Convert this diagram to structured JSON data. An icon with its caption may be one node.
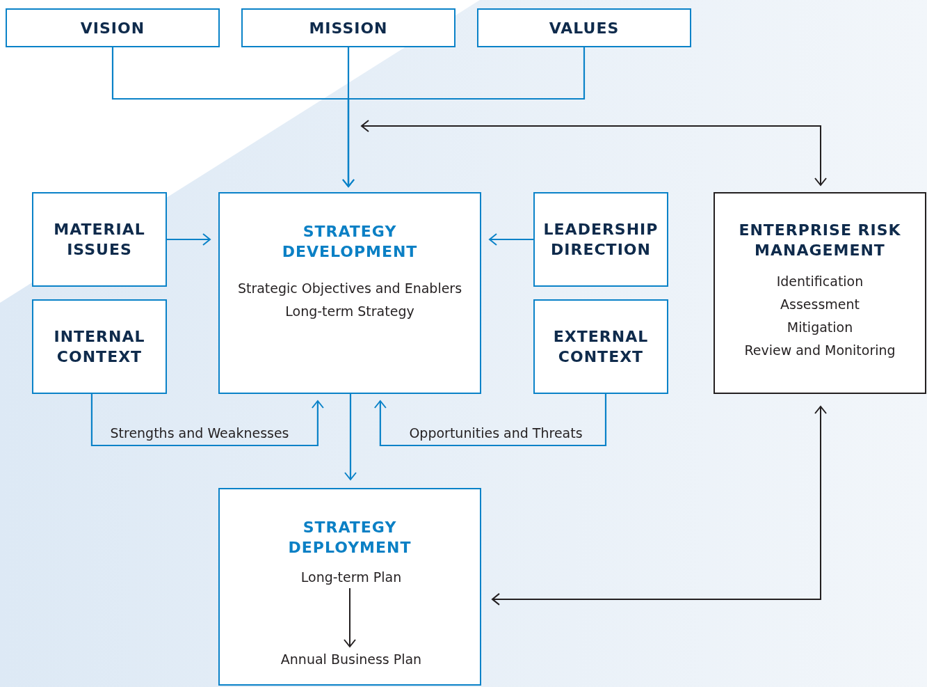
{
  "diagram": {
    "nodes": [
      {
        "text": [
          "VISION"
        ]
      },
      {
        "text": [
          "MISSION"
        ]
      },
      {
        "text": [
          "VALUES"
        ]
      },
      {
        "text": [
          "MATERIAL ISSUES"
        ]
      },
      {
        "text": [
          "STRATEGY DEVELOPMENT",
          "Strategic Objectives and Enablers",
          "Long-term Strategy"
        ]
      },
      {
        "text": [
          "LEADERSHIP DIRECTION"
        ]
      },
      {
        "text": [
          "ENTERPRISE RISK MANAGEMENT",
          "Identification",
          "Assessment",
          "Mitigation",
          "Review and Monitoring"
        ]
      },
      {
        "text": [
          "INTERNAL CONTEXT"
        ]
      },
      {
        "text": [
          "EXTERNAL CONTEXT"
        ]
      },
      {
        "text": [
          "STRATEGY DEPLOYMENT"
        ]
      },
      {
        "text": [
          "Long-term Plan"
        ],
        "in": 9
      },
      {
        "text": [
          "Annual Business Plan"
        ],
        "in": 9
      }
    ],
    "edges": [
      {
        "from": 0,
        "to": 4,
        "arrow": "to"
      },
      {
        "from": 1,
        "to": 4,
        "arrow": "to"
      },
      {
        "from": 2,
        "to": 4,
        "arrow": "to"
      },
      {
        "from": 3,
        "to": 4,
        "arrow": "to"
      },
      {
        "from": 5,
        "to": 4,
        "arrow": "to"
      },
      {
        "from": 4,
        "to": 6,
        "arrow": "both",
        "color": "#231f20"
      },
      {
        "from": 7,
        "to": 4,
        "arrow": "to",
        "label": "Strengths and Weaknesses"
      },
      {
        "from": 8,
        "to": 4,
        "arrow": "to",
        "label": "Opportunities and Threats"
      },
      {
        "from": 4,
        "to": 9,
        "arrow": "to"
      },
      {
        "from": 9,
        "to": 6,
        "arrow": "both",
        "color": "#231f20"
      },
      {
        "from": 10,
        "to": 11,
        "arrow": "to",
        "color": "#231f20"
      }
    ]
  }
}
